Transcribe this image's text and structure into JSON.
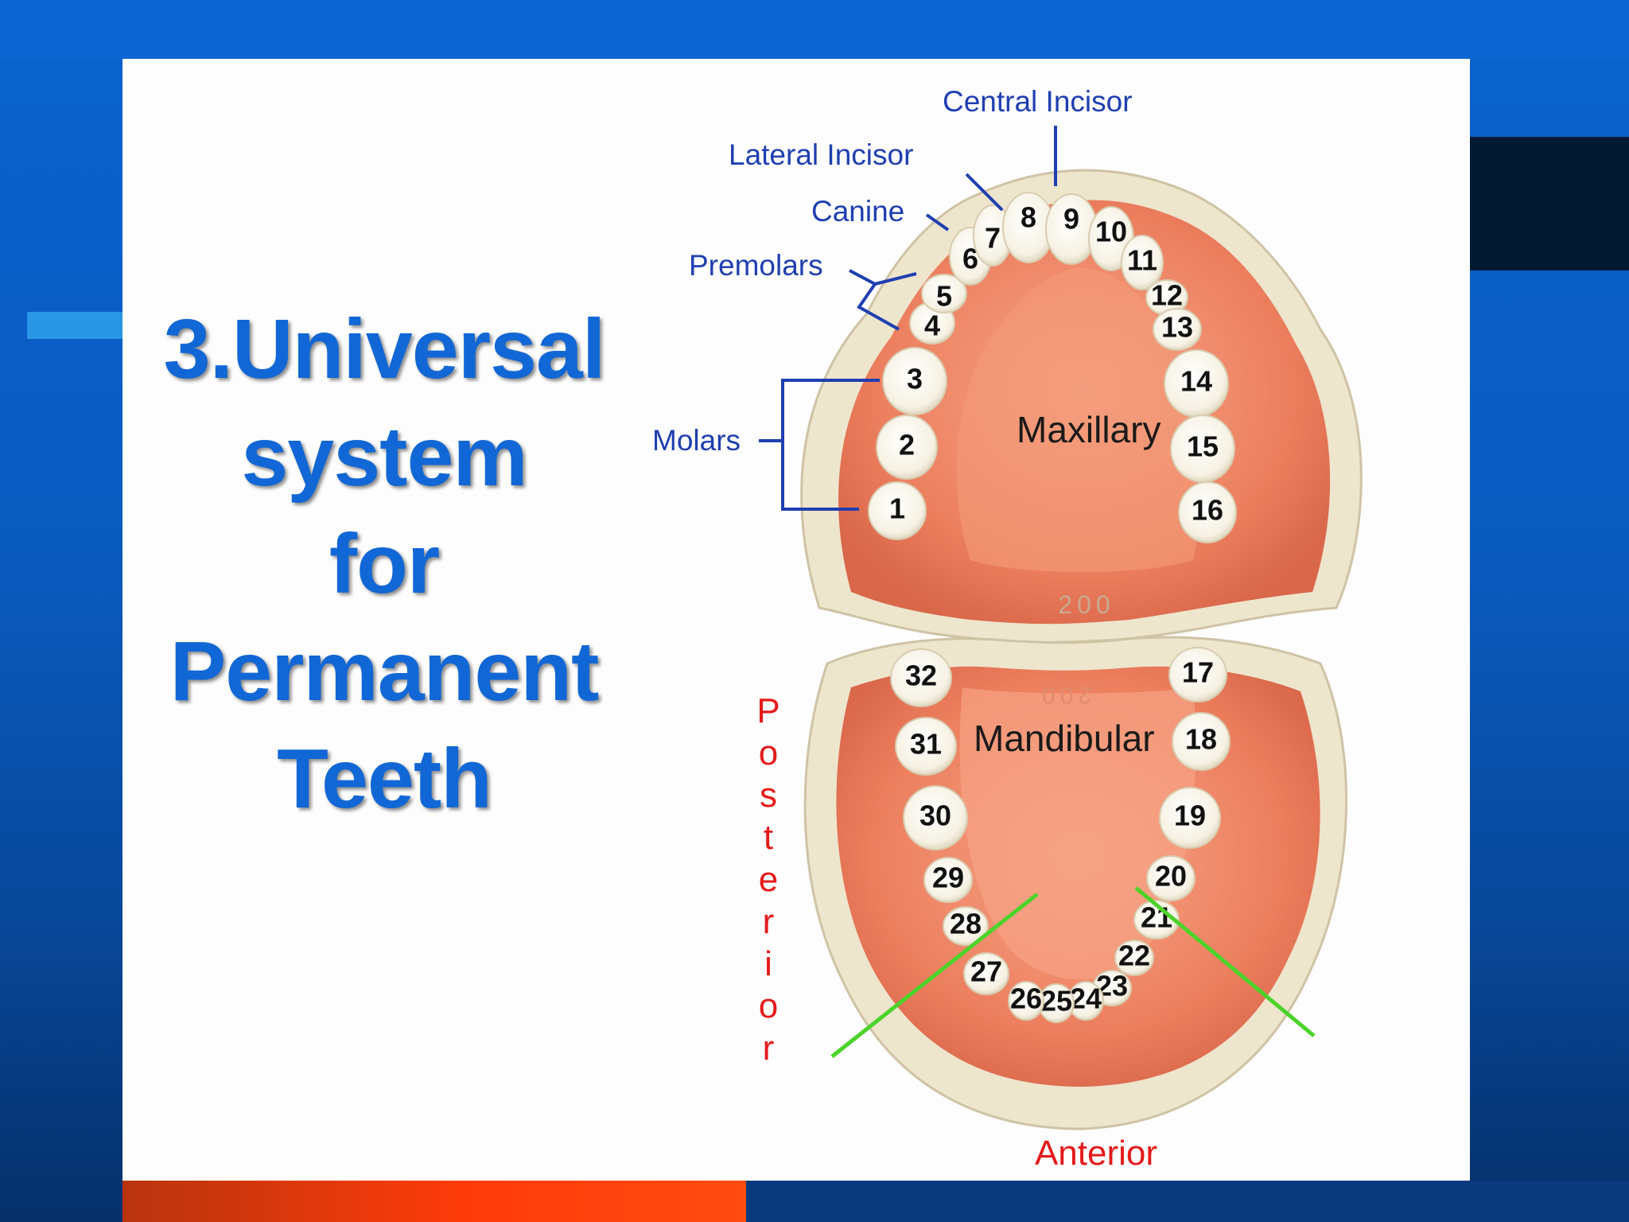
{
  "title": {
    "lines": [
      "3.Universal",
      "system",
      "for",
      "Permanent",
      "Teeth"
    ]
  },
  "diagram": {
    "labels": {
      "central_incisor": "Central Incisor",
      "lateral_incisor": "Lateral Incisor",
      "canine": "Canine",
      "premolars": "Premolars",
      "molars": "Molars",
      "maxillary": "Maxillary",
      "mandibular": "Mandibular",
      "posterior": "Posterior",
      "anterior": "Anterior",
      "model_stamp_upper": "200",
      "model_stamp_lower": "200"
    },
    "maxillary_teeth": [
      "1",
      "2",
      "3",
      "4",
      "5",
      "6",
      "7",
      "8",
      "9",
      "10",
      "11",
      "12",
      "13",
      "14",
      "15",
      "16"
    ],
    "mandibular_teeth": [
      "17",
      "18",
      "19",
      "20",
      "21",
      "22",
      "23",
      "24",
      "25",
      "26",
      "27",
      "28",
      "29",
      "30",
      "31",
      "32"
    ],
    "colors": {
      "label_blue": "#1f3fb0",
      "title_blue": "#1167d5",
      "gum": "#f08a6a",
      "base": "#efe6cf",
      "tooth": "#fbf8f0",
      "posterior_red": "#e51a1a",
      "guide_green": "#4cd32a"
    }
  }
}
